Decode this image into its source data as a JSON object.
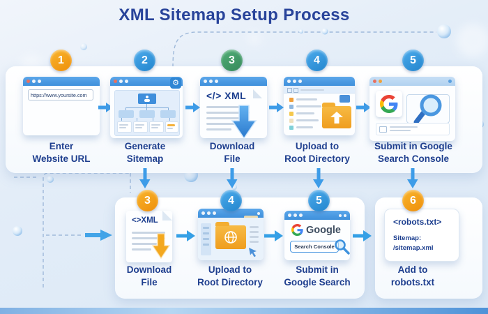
{
  "title": "XML Sitemap Setup Process",
  "colors": {
    "accent_blue": "#3d9ce8",
    "navy_text": "#1e3e8e",
    "badge_orange": "#f0980f",
    "badge_blue": "#2f96dd",
    "badge_green": "#3f9e64",
    "folder_orange": "#f2a72e",
    "google_red": "#EA4335",
    "google_blue": "#4285F4",
    "google_yellow": "#FBBC05",
    "google_green": "#34A853"
  },
  "icons": {
    "gear": "⚙"
  },
  "top_row": {
    "steps": [
      {
        "number": "1",
        "label_line1": "Enter",
        "label_line2": "Website URL",
        "url_text": "https://www.yoursite.com"
      },
      {
        "number": "2",
        "label_line1": "Generate",
        "label_line2": "Sitemap"
      },
      {
        "number": "3",
        "label_line1": "Download",
        "label_line2": "File",
        "xml_text": "</> XML"
      },
      {
        "number": "4",
        "label_line1": "Upload to",
        "label_line2": "Root Directory"
      },
      {
        "number": "5",
        "label_line1": "Submit in Google",
        "label_line2": "Search Console"
      }
    ]
  },
  "bottom_row": {
    "steps": [
      {
        "number": "3",
        "label_line1": "Download",
        "label_line2": "File",
        "xml_text": "<>XML"
      },
      {
        "number": "4",
        "label_line1": "Upload to",
        "label_line2": "Root Directory"
      },
      {
        "number": "5",
        "label_line1": "Submit in",
        "label_line2": "Google Search",
        "logo_text": "Google",
        "search_text": "Search Console"
      },
      {
        "number": "6",
        "label_line1": "Add to",
        "label_line2": "robots.txt",
        "card_title": "<robots.txt>",
        "card_line1": "Sitemap:",
        "card_line2": "/sitemap.xml"
      }
    ]
  }
}
